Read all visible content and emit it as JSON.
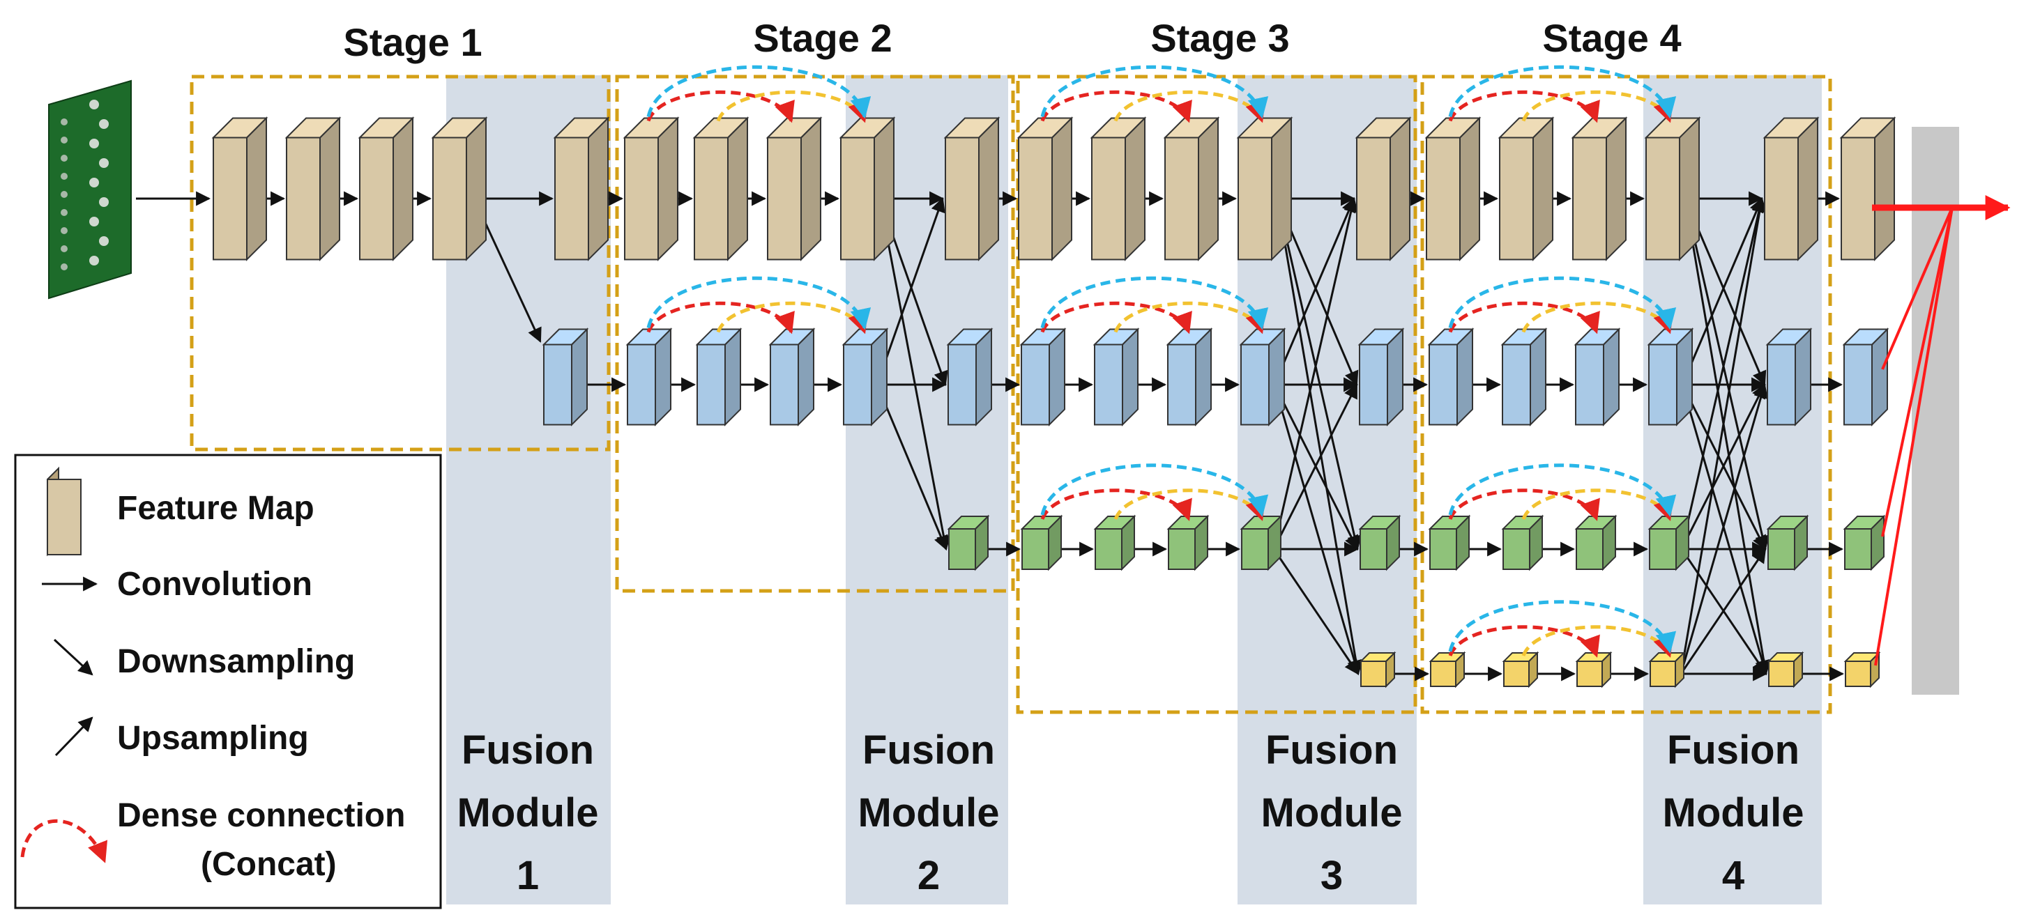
{
  "stages": [
    {
      "label": "Stage 1",
      "fusion_lines": [
        "Fusion",
        "Module",
        "1"
      ]
    },
    {
      "label": "Stage 2",
      "fusion_lines": [
        "Fusion",
        "Module",
        "2"
      ]
    },
    {
      "label": "Stage 3",
      "fusion_lines": [
        "Fusion",
        "Module",
        "3"
      ]
    },
    {
      "label": "Stage 4",
      "fusion_lines": [
        "Fusion",
        "Module",
        "4"
      ]
    }
  ],
  "legend": {
    "items": [
      {
        "icon": "feature-map-icon",
        "lines": [
          "Feature Map"
        ]
      },
      {
        "icon": "convolution-arrow-icon",
        "lines": [
          "Convolution"
        ]
      },
      {
        "icon": "downsampling-arrow-icon",
        "lines": [
          "Downsampling"
        ]
      },
      {
        "icon": "upsampling-arrow-icon",
        "lines": [
          "Upsampling"
        ]
      },
      {
        "icon": "dense-connection-icon",
        "lines": [
          "Dense connection",
          "(Concat)"
        ]
      }
    ]
  },
  "colors": {
    "stage_box": "#d4a017",
    "fusion_band": "#d5dde7",
    "feature_map_high": "#d8c8a6",
    "feature_map_mid": "#a9c9e6",
    "feature_map_low": "#8fc27a",
    "feature_map_lowest": "#f3d36a",
    "dense_cyan": "#29b6e8",
    "dense_yellow": "#f2c230",
    "dense_red": "#e52420",
    "output_arrow": "#ff1a1a",
    "output_bar": "#c8c8c8",
    "input_image": "#1d6b2a"
  }
}
